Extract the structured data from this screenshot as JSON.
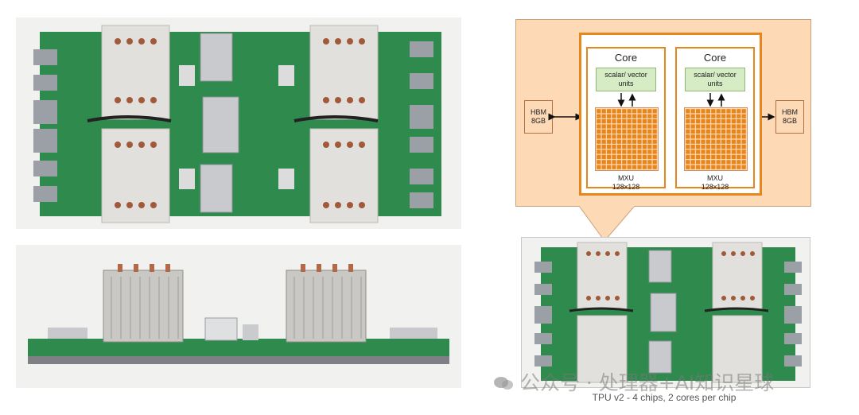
{
  "diagram": {
    "core_title": "Core",
    "scalar_vector_line1": "scalar/ vector",
    "scalar_vector_line2": "units",
    "mxu_line1": "MXU",
    "mxu_line2": "128x128",
    "hbm_line1": "HBM",
    "hbm_line2": "8GB"
  },
  "caption": "TPU v2 - 4 chips, 2 cores per chip",
  "watermark": "公众号 · 处理器+AI知识星球",
  "colors": {
    "accent_orange": "#e8861c",
    "diagram_bg": "#fdd9b5",
    "unit_green": "#d6ecc4",
    "pcb_green": "#2f8a4e"
  }
}
